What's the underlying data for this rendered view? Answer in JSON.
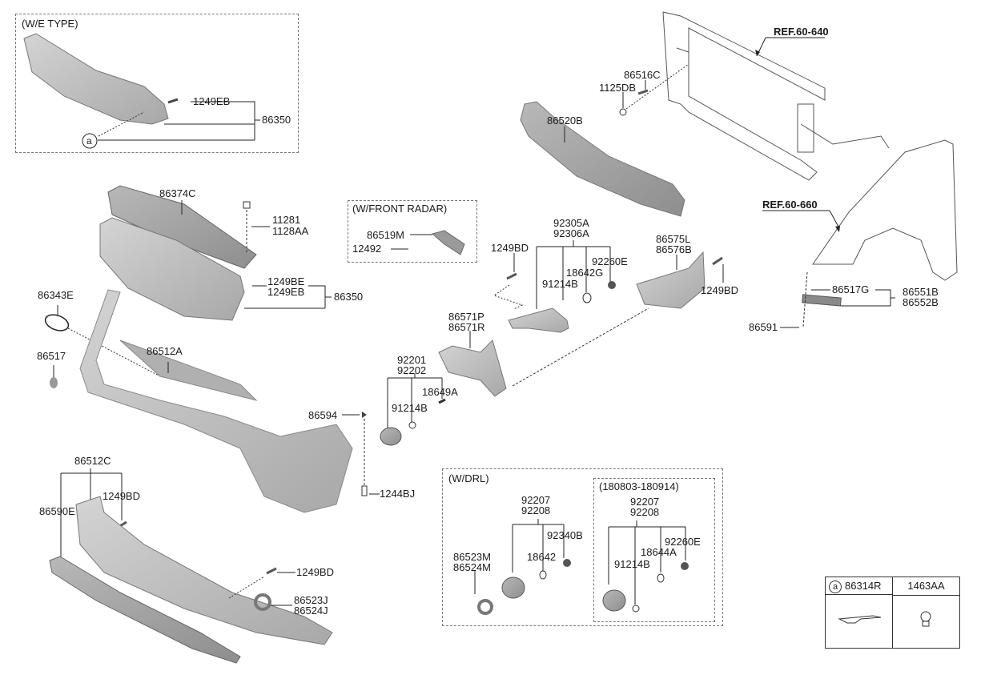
{
  "diagram": {
    "title": "Front Bumper Exploded Parts Diagram",
    "boxes": {
      "we_type": "(W/E TYPE)",
      "front_radar": "(W/FRONT RADAR)",
      "drl": "(W/DRL)",
      "date_range": "(180803-180914)"
    },
    "references": {
      "ref_640": "REF.60-640",
      "ref_660": "REF.60-660"
    },
    "labels": {
      "we_1249eb": "1249EB",
      "we_86350": "86350",
      "we_circle_a": "a",
      "p86520b": "86520B",
      "p86516c": "86516C",
      "p1125db": "1125DB",
      "p86374c": "86374C",
      "p11281": "11281",
      "p1128aa": "1128AA",
      "p1249be": "1249BE",
      "p1249eb": "1249EB",
      "p86350": "86350",
      "p86343e": "86343E",
      "p86517": "86517",
      "p86512a": "86512A",
      "p86519m": "86519M",
      "p12492": "12492",
      "p92305a": "92305A",
      "p92306a": "92306A",
      "p1249bd_a": "1249BD",
      "p91214b_a": "91214B",
      "p18642g": "18642G",
      "p92260e_a": "92260E",
      "p86575l": "86575L",
      "p86576b": "86576B",
      "p1249bd_b": "1249BD",
      "p86571p": "86571P",
      "p86571r": "86571R",
      "p92201": "92201",
      "p92202": "92202",
      "p18649a": "18649A",
      "p91214b_b": "91214B",
      "p86594": "86594",
      "p1244bj": "1244BJ",
      "p86517g": "86517G",
      "p86551b": "86551B",
      "p86552b": "86552B",
      "p86591": "86591",
      "p86512c": "86512C",
      "p86590e": "86590E",
      "p1249bd_c": "1249BD",
      "p1249bd_d": "1249BD",
      "p86523j": "86523J",
      "p86524j": "86524J",
      "drl_92207": "92207",
      "drl_92208": "92208",
      "drl_92340b": "92340B",
      "drl_18642": "18642",
      "drl_86523m": "86523M",
      "drl_86524m": "86524M",
      "dr_92207": "92207",
      "dr_92208": "92208",
      "dr_92260e": "92260E",
      "dr_18644a": "18644A",
      "dr_91214b": "91214B"
    },
    "legend_table": {
      "col1_marker": "a",
      "col1_part": "86314R",
      "col2_part": "1463AA"
    }
  }
}
